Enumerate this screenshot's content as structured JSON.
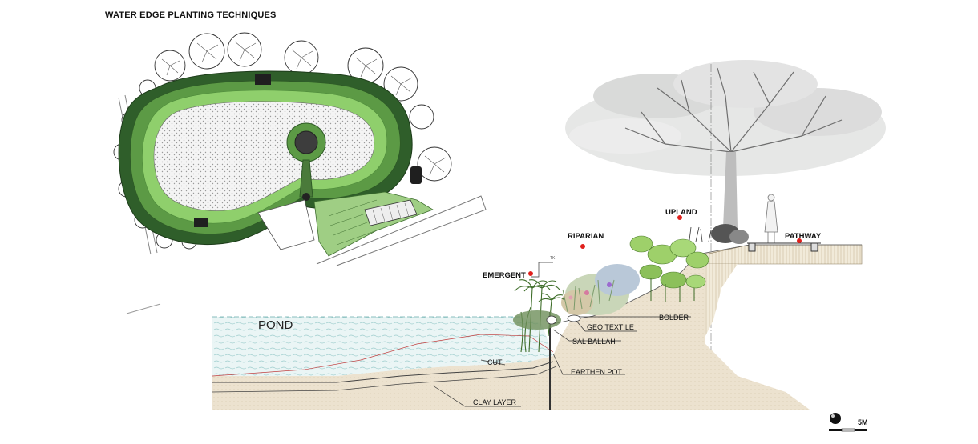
{
  "title": "WATER EDGE PLANTING TECHNIQUES",
  "section": {
    "pond_label": "POND",
    "zones": {
      "emergent": "EMERGENT",
      "riparian": "RIPARIAN",
      "upland": "UPLAND",
      "pathway": "PATHWAY"
    },
    "callouts": {
      "geo_textile": "GEO TEXTILE",
      "bolder": "BOLDER",
      "sal_ballah": "SAL BALLAH",
      "cut": "CUT",
      "earthen_pot": "EARTHEN POT",
      "clay_layer": "CLAY LAYER"
    },
    "marker_color": "#e0201c"
  },
  "scale_bar": {
    "label": "5M"
  }
}
